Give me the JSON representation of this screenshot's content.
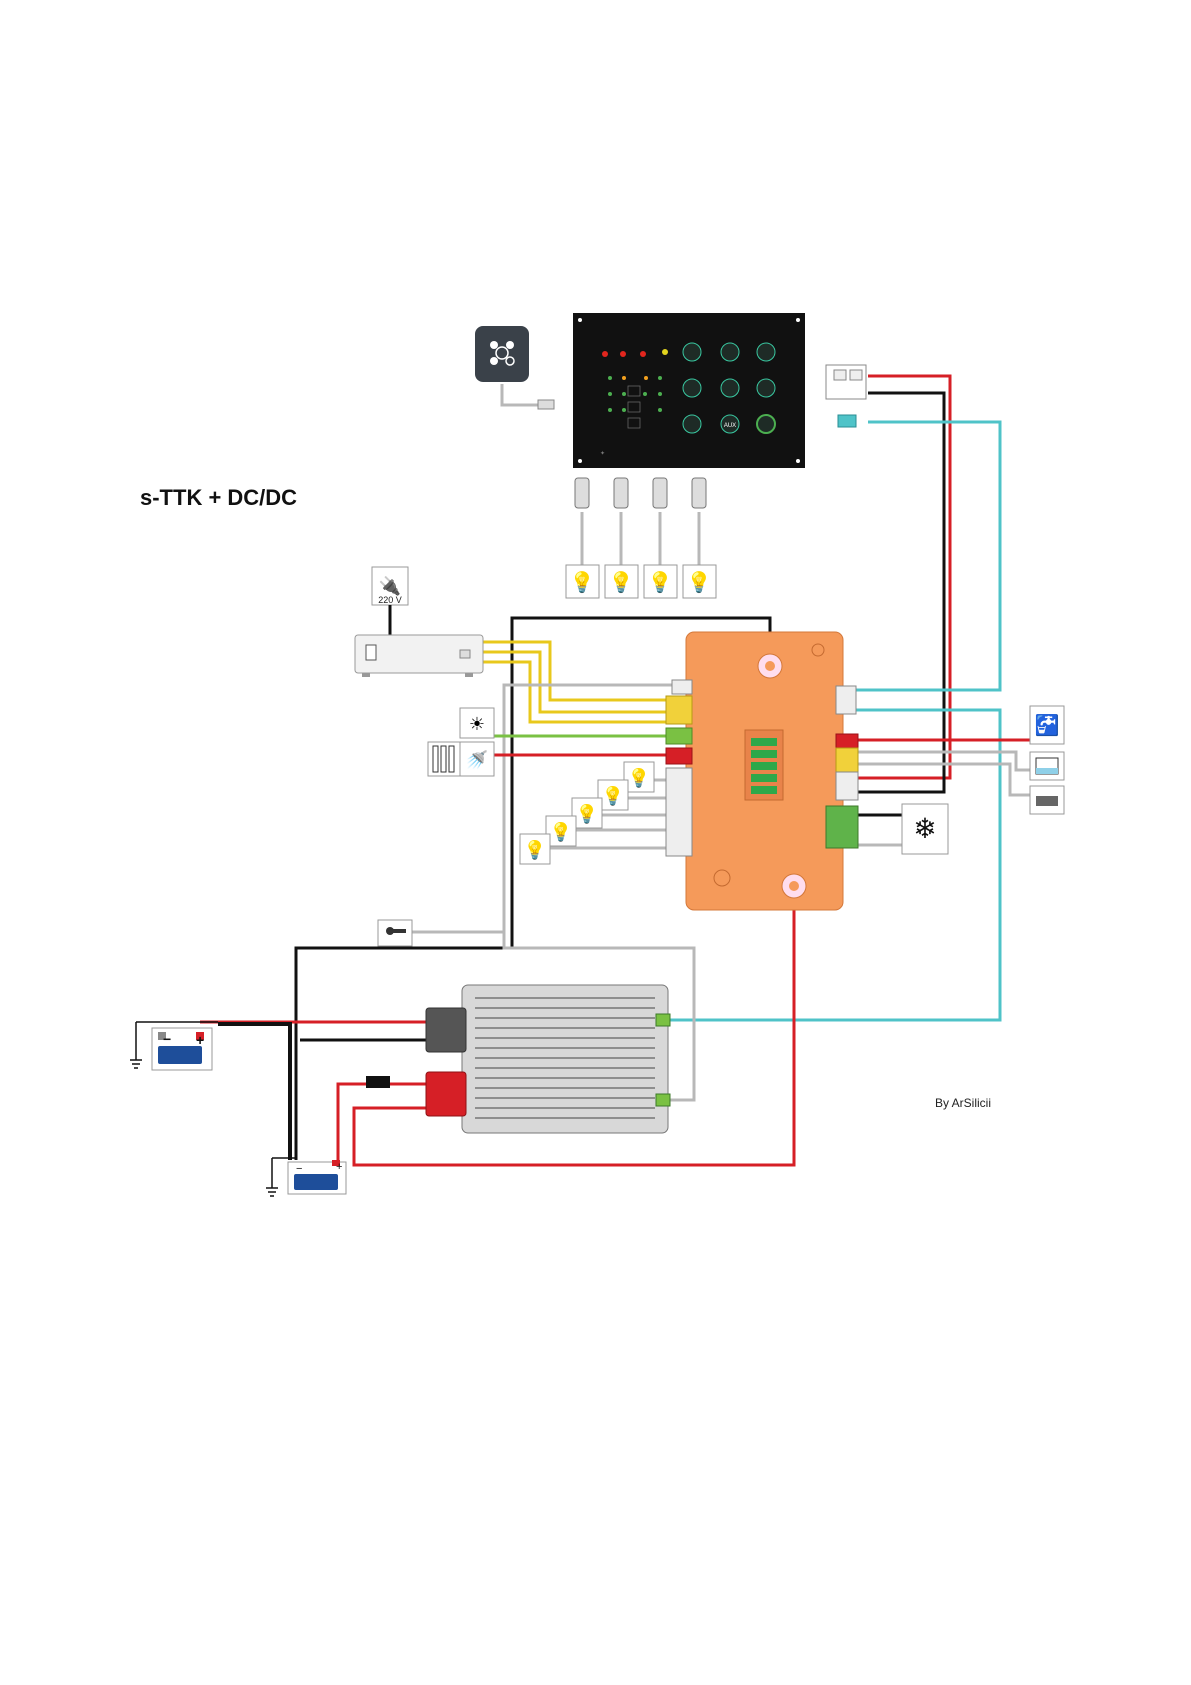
{
  "title": "s-TTK  + DC/DC",
  "credit": "By ArSilicii",
  "mains_label": "220 V",
  "panel_button_label": "AUX",
  "colors": {
    "wire_red": "#d61f26",
    "wire_black": "#111111",
    "wire_cyan": "#4fc3c8",
    "wire_yellow": "#e8c81c",
    "wire_green": "#7ac143",
    "wire_grey": "#b8b8b8",
    "relay_box": "#f59a5a",
    "panel": "#111111"
  },
  "icons": [
    "remote-switch-icon",
    "control-panel-icon",
    "light-bulb-icon",
    "mains-plug-icon",
    "charger-icon",
    "solar-panel-icon",
    "battery-cells-icon",
    "shower-icon",
    "tap-icon",
    "water-tank-icon",
    "waste-tank-icon",
    "fridge-snowflake-icon",
    "vehicle-battery-icon",
    "leisure-battery-icon",
    "engine-signal-icon",
    "dc-dc-converter-icon",
    "ground-icon"
  ]
}
